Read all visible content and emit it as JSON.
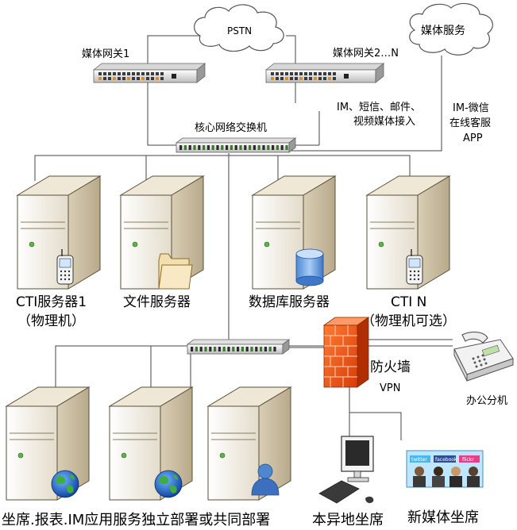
{
  "clouds": {
    "pstn": "PSTN",
    "media_service": "媒体服务"
  },
  "gateways": {
    "gw1": "媒体网关1",
    "gw2": "媒体网关2…N"
  },
  "notes": {
    "im_line1": "IM、短信、邮件、",
    "im_line2": "视频媒体接入",
    "wechat_line1": "IM-微信",
    "wechat_line2": "在线客服",
    "wechat_line3": "APP"
  },
  "core_switch": "核心网络交换机",
  "servers_top": {
    "cti1_line1": "CTI服务器1",
    "cti1_line2": "（物理机）",
    "file": "文件服务器",
    "db": "数据库服务器",
    "ctin_line1": "CTI N",
    "ctin_line2": "（物理机可选）"
  },
  "firewall": {
    "line1": "防火墙",
    "line2": "VPN"
  },
  "office_ext": "办公分机",
  "bottom": {
    "agents": "坐席.报表.IM应用服务独立部署或共同部署",
    "remote": "本异地坐席",
    "newmedia": "新媒体坐席"
  },
  "screen_logos": [
    "twitter",
    "facebook",
    "flickr"
  ]
}
